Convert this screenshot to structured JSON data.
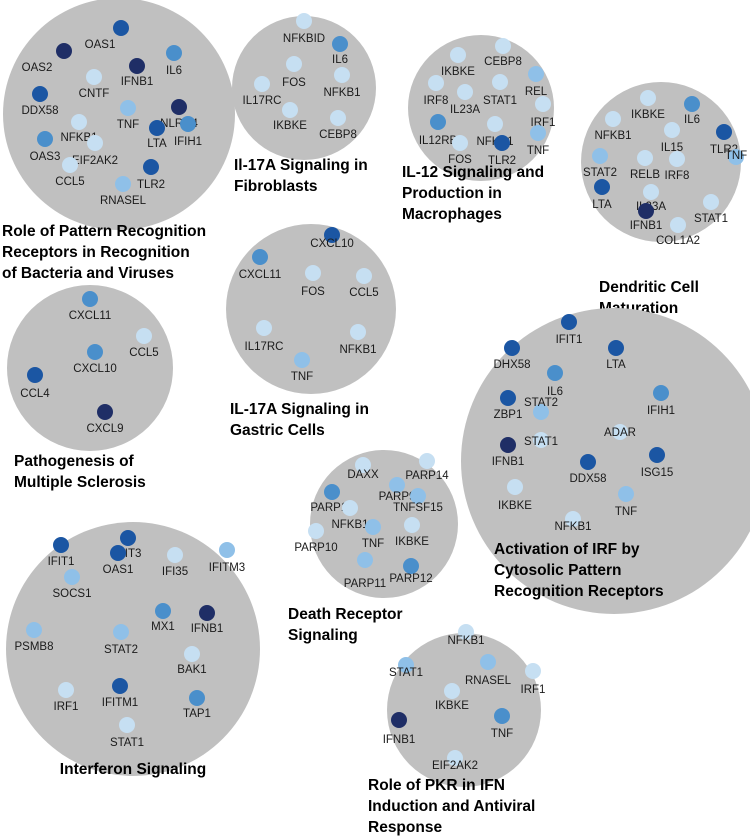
{
  "colors": {
    "cluster_fill": "#c0c0c0",
    "very_dark": "#1f2e66",
    "dark": "#1b56a3",
    "medium": "#4a8fcb",
    "light": "#8fc0e8",
    "very_light": "#c6dff2"
  },
  "pathways": [
    {
      "id": "prr",
      "title": [
        "Role of Pattern Recognition",
        "Receptors in Recognition",
        "of Bacteria and Viruses"
      ],
      "genes": [
        {
          "name": "OAS1",
          "level": "dark"
        },
        {
          "name": "OAS2",
          "level": "very_dark"
        },
        {
          "name": "IFNB1",
          "level": "very_dark"
        },
        {
          "name": "IL6",
          "level": "medium"
        },
        {
          "name": "CNTF",
          "level": "very_light"
        },
        {
          "name": "DDX58",
          "level": "dark"
        },
        {
          "name": "NLRC4",
          "level": "very_dark"
        },
        {
          "name": "TNF",
          "level": "light"
        },
        {
          "name": "NFKB1",
          "level": "very_light"
        },
        {
          "name": "LTA",
          "level": "dark"
        },
        {
          "name": "IFIH1",
          "level": "medium"
        },
        {
          "name": "OAS3",
          "level": "medium"
        },
        {
          "name": "EIF2AK2",
          "level": "very_light"
        },
        {
          "name": "CCL5",
          "level": "very_light"
        },
        {
          "name": "TLR2",
          "level": "dark"
        },
        {
          "name": "RNASEL",
          "level": "light"
        }
      ]
    },
    {
      "id": "il17a-fib",
      "title": [
        "Il-17A Signaling in",
        "Fibroblasts"
      ],
      "genes": [
        {
          "name": "NFKBID",
          "level": "very_light"
        },
        {
          "name": "IL6",
          "level": "medium"
        },
        {
          "name": "FOS",
          "level": "very_light"
        },
        {
          "name": "IL17RC",
          "level": "very_light"
        },
        {
          "name": "NFKB1",
          "level": "very_light"
        },
        {
          "name": "IKBKE",
          "level": "very_light"
        },
        {
          "name": "CEBP8",
          "level": "very_light"
        }
      ]
    },
    {
      "id": "il12",
      "title": [
        "IL-12 Signaling and",
        "Production in",
        "Macrophages"
      ],
      "genes": [
        {
          "name": "IKBKE",
          "level": "very_light"
        },
        {
          "name": "CEBP8",
          "level": "very_light"
        },
        {
          "name": "IRF8",
          "level": "very_light"
        },
        {
          "name": "STAT1",
          "level": "very_light"
        },
        {
          "name": "REL",
          "level": "light"
        },
        {
          "name": "IL23A",
          "level": "very_light"
        },
        {
          "name": "IRF1",
          "level": "very_light"
        },
        {
          "name": "IL12RB",
          "level": "medium"
        },
        {
          "name": "NFKB1",
          "level": "very_light"
        },
        {
          "name": "TNF",
          "level": "light"
        },
        {
          "name": "FOS",
          "level": "very_light"
        },
        {
          "name": "TLR2",
          "level": "dark"
        }
      ]
    },
    {
      "id": "dcm",
      "title": [
        "Dendritic Cell",
        "Maturation"
      ],
      "genes": [
        {
          "name": "IKBKE",
          "level": "very_light"
        },
        {
          "name": "IL6",
          "level": "medium"
        },
        {
          "name": "NFKB1",
          "level": "very_light"
        },
        {
          "name": "TLR2",
          "level": "dark"
        },
        {
          "name": "IL15",
          "level": "very_light"
        },
        {
          "name": "STAT2",
          "level": "light"
        },
        {
          "name": "RELB",
          "level": "very_light"
        },
        {
          "name": "TNF",
          "level": "light"
        },
        {
          "name": "IRF8",
          "level": "very_light"
        },
        {
          "name": "LTA",
          "level": "dark"
        },
        {
          "name": "IL23A",
          "level": "very_light"
        },
        {
          "name": "STAT1",
          "level": "very_light"
        },
        {
          "name": "IFNB1",
          "level": "very_dark"
        },
        {
          "name": "COL1A2",
          "level": "very_light"
        }
      ]
    },
    {
      "id": "ms",
      "title": [
        "Pathogenesis of",
        "Multiple Sclerosis"
      ],
      "genes": [
        {
          "name": "CXCL11",
          "level": "medium"
        },
        {
          "name": "CCL5",
          "level": "very_light"
        },
        {
          "name": "CXCL10",
          "level": "medium"
        },
        {
          "name": "CCL4",
          "level": "dark"
        },
        {
          "name": "CXCL9",
          "level": "very_dark"
        }
      ]
    },
    {
      "id": "il17a-gas",
      "title": [
        "IL-17A Signaling in",
        "Gastric Cells"
      ],
      "genes": [
        {
          "name": "CXCL10",
          "level": "dark"
        },
        {
          "name": "CXCL11",
          "level": "medium"
        },
        {
          "name": "CCL5",
          "level": "very_light"
        },
        {
          "name": "FOS",
          "level": "very_light"
        },
        {
          "name": "IL17RC",
          "level": "very_light"
        },
        {
          "name": "NFKB1",
          "level": "very_light"
        },
        {
          "name": "TNF",
          "level": "light"
        }
      ]
    },
    {
      "id": "irf",
      "title": [
        "Activation of IRF by",
        "Cytosolic Pattern",
        "Recognition Receptors"
      ],
      "genes": [
        {
          "name": "IFIT1",
          "level": "dark"
        },
        {
          "name": "DHX58",
          "level": "dark"
        },
        {
          "name": "LTA",
          "level": "dark"
        },
        {
          "name": "IL6",
          "level": "medium"
        },
        {
          "name": "STAT2",
          "level": "light"
        },
        {
          "name": "ZBP1",
          "level": "dark"
        },
        {
          "name": "IFIH1",
          "level": "medium"
        },
        {
          "name": "STAT1",
          "level": "very_light"
        },
        {
          "name": "ADAR",
          "level": "very_light"
        },
        {
          "name": "IFNB1",
          "level": "very_dark"
        },
        {
          "name": "DDX58",
          "level": "dark"
        },
        {
          "name": "ISG15",
          "level": "dark"
        },
        {
          "name": "IKBKE",
          "level": "very_light"
        },
        {
          "name": "TNF",
          "level": "light"
        },
        {
          "name": "NFKB1",
          "level": "very_light"
        }
      ]
    },
    {
      "id": "death",
      "title": [
        "Death Receptor",
        "Signaling"
      ],
      "genes": [
        {
          "name": "DAXX",
          "level": "very_light"
        },
        {
          "name": "PARP14",
          "level": "very_light"
        },
        {
          "name": "PARP9",
          "level": "light"
        },
        {
          "name": "PARP15",
          "level": "medium"
        },
        {
          "name": "TNFSF15",
          "level": "light"
        },
        {
          "name": "NFKB1",
          "level": "very_light"
        },
        {
          "name": "PARP10",
          "level": "very_light"
        },
        {
          "name": "TNF",
          "level": "light"
        },
        {
          "name": "IKBKE",
          "level": "very_light"
        },
        {
          "name": "PARP11",
          "level": "light"
        },
        {
          "name": "PARP12",
          "level": "medium"
        }
      ]
    },
    {
      "id": "ifn",
      "title": [
        "Interferon Signaling"
      ],
      "genes": [
        {
          "name": "IFIT3",
          "level": "dark"
        },
        {
          "name": "IFIT1",
          "level": "dark"
        },
        {
          "name": "OAS1",
          "level": "dark"
        },
        {
          "name": "IFI35",
          "level": "very_light"
        },
        {
          "name": "IFITM3",
          "level": "light"
        },
        {
          "name": "SOCS1",
          "level": "light"
        },
        {
          "name": "MX1",
          "level": "medium"
        },
        {
          "name": "IFNB1",
          "level": "very_dark"
        },
        {
          "name": "PSMB8",
          "level": "light"
        },
        {
          "name": "STAT2",
          "level": "light"
        },
        {
          "name": "BAK1",
          "level": "very_light"
        },
        {
          "name": "IRF1",
          "level": "very_light"
        },
        {
          "name": "IFITM1",
          "level": "dark"
        },
        {
          "name": "TAP1",
          "level": "medium"
        },
        {
          "name": "STAT1",
          "level": "very_light"
        }
      ]
    },
    {
      "id": "pkr",
      "title": [
        "Role of PKR in IFN",
        "Induction and Antiviral",
        "Response"
      ],
      "genes": [
        {
          "name": "NFKB1",
          "level": "very_light"
        },
        {
          "name": "STAT1",
          "level": "light"
        },
        {
          "name": "RNASEL",
          "level": "light"
        },
        {
          "name": "IRF1",
          "level": "very_light"
        },
        {
          "name": "IKBKE",
          "level": "very_light"
        },
        {
          "name": "IFNB1",
          "level": "very_dark"
        },
        {
          "name": "TNF",
          "level": "medium"
        },
        {
          "name": "EIF2AK2",
          "level": "very_light"
        }
      ]
    }
  ]
}
